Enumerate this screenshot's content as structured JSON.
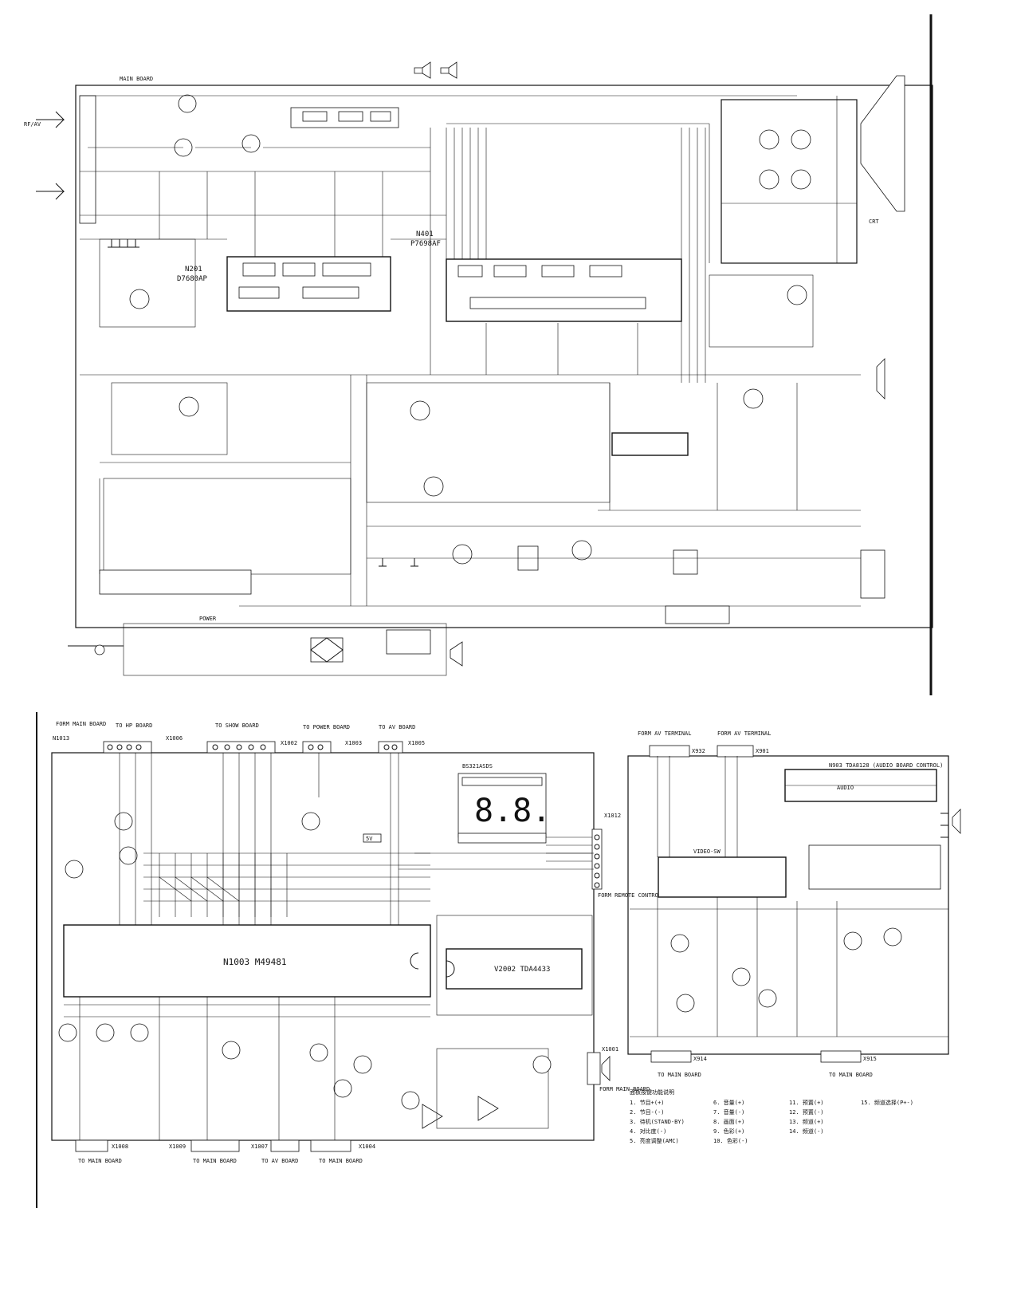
{
  "top": {
    "labels": {
      "main_board": "MAIN BOARD",
      "ic_n201": "N201",
      "ic_n201_part": "D7680AP",
      "ic_n401_part": "P7698AF",
      "ic_n401": "N401",
      "rf_in": "RF/AV",
      "to_crt": "CRT",
      "power": "POWER"
    }
  },
  "bottom_left": {
    "from_main_board": "FORM MAIN BOARD",
    "to_hp_board": "TO HP BOARD",
    "to_show_board": "TO SHOW BOARD",
    "to_power_board": "TO POWER BOARD",
    "to_av_board": "TO AV BOARD",
    "connectors": {
      "x1006": "X1006",
      "x1002": "X1002",
      "x1003": "X1003",
      "x1005": "X1005",
      "x1008": "X1008",
      "x1004": "X1004",
      "x1001": "X1001",
      "x1012": "X1012",
      "n1013": "N1013"
    },
    "main_ic": "N1003 M49481",
    "aux_ic": "V2002 TDA4433",
    "display_label": "BS321ASDS",
    "display_digits": "8.8.",
    "form_remote_board": "FORM REMOTE CONTROL BOARD",
    "form_main_board_side": "FORM MAIN BOARD",
    "bottom_connectors": [
      {
        "ref": "X1008",
        "label": "TO MAIN BOARD"
      },
      {
        "ref": "X1009",
        "label": "TO MAIN BOARD"
      },
      {
        "ref": "X1007",
        "label": "TO AV BOARD"
      },
      {
        "ref": "X1004",
        "label": "TO MAIN BOARD"
      }
    ],
    "voltage_5v": "5V"
  },
  "bottom_right": {
    "from_av_terminal": "FORM AV TERMINAL",
    "from_av_terminal_2": "FORM AV TERMINAL",
    "x932": "X932",
    "x901": "X901",
    "n903": "N903 TDA8128 (AUDIO BOARD CONTROL)",
    "x914": "X914",
    "x915": "X915",
    "to_main_board": "TO MAIN BOARD",
    "to_main_board_2": "TO MAIN BOARD",
    "audio_tag": "AUDIO",
    "video_tag": "VIDEO-SW",
    "legend_title": "面板按键功能说明",
    "legend": [
      "1. 节目+(+)",
      "2. 节目-(-)",
      "3. 待机(STAND-BY)",
      "4. 对比度(-)",
      "5. 亮度调整(AMC)",
      "6. 音量(+)",
      "7. 音量(-)",
      "8. 画面(+)",
      "9. 色彩(+)",
      "10. 色彩(-)",
      "11. 预置(+)",
      "12. 预置(-)",
      "13. 频道(+)",
      "14. 频道(-)",
      "15. 频道选择(P+-)"
    ]
  }
}
